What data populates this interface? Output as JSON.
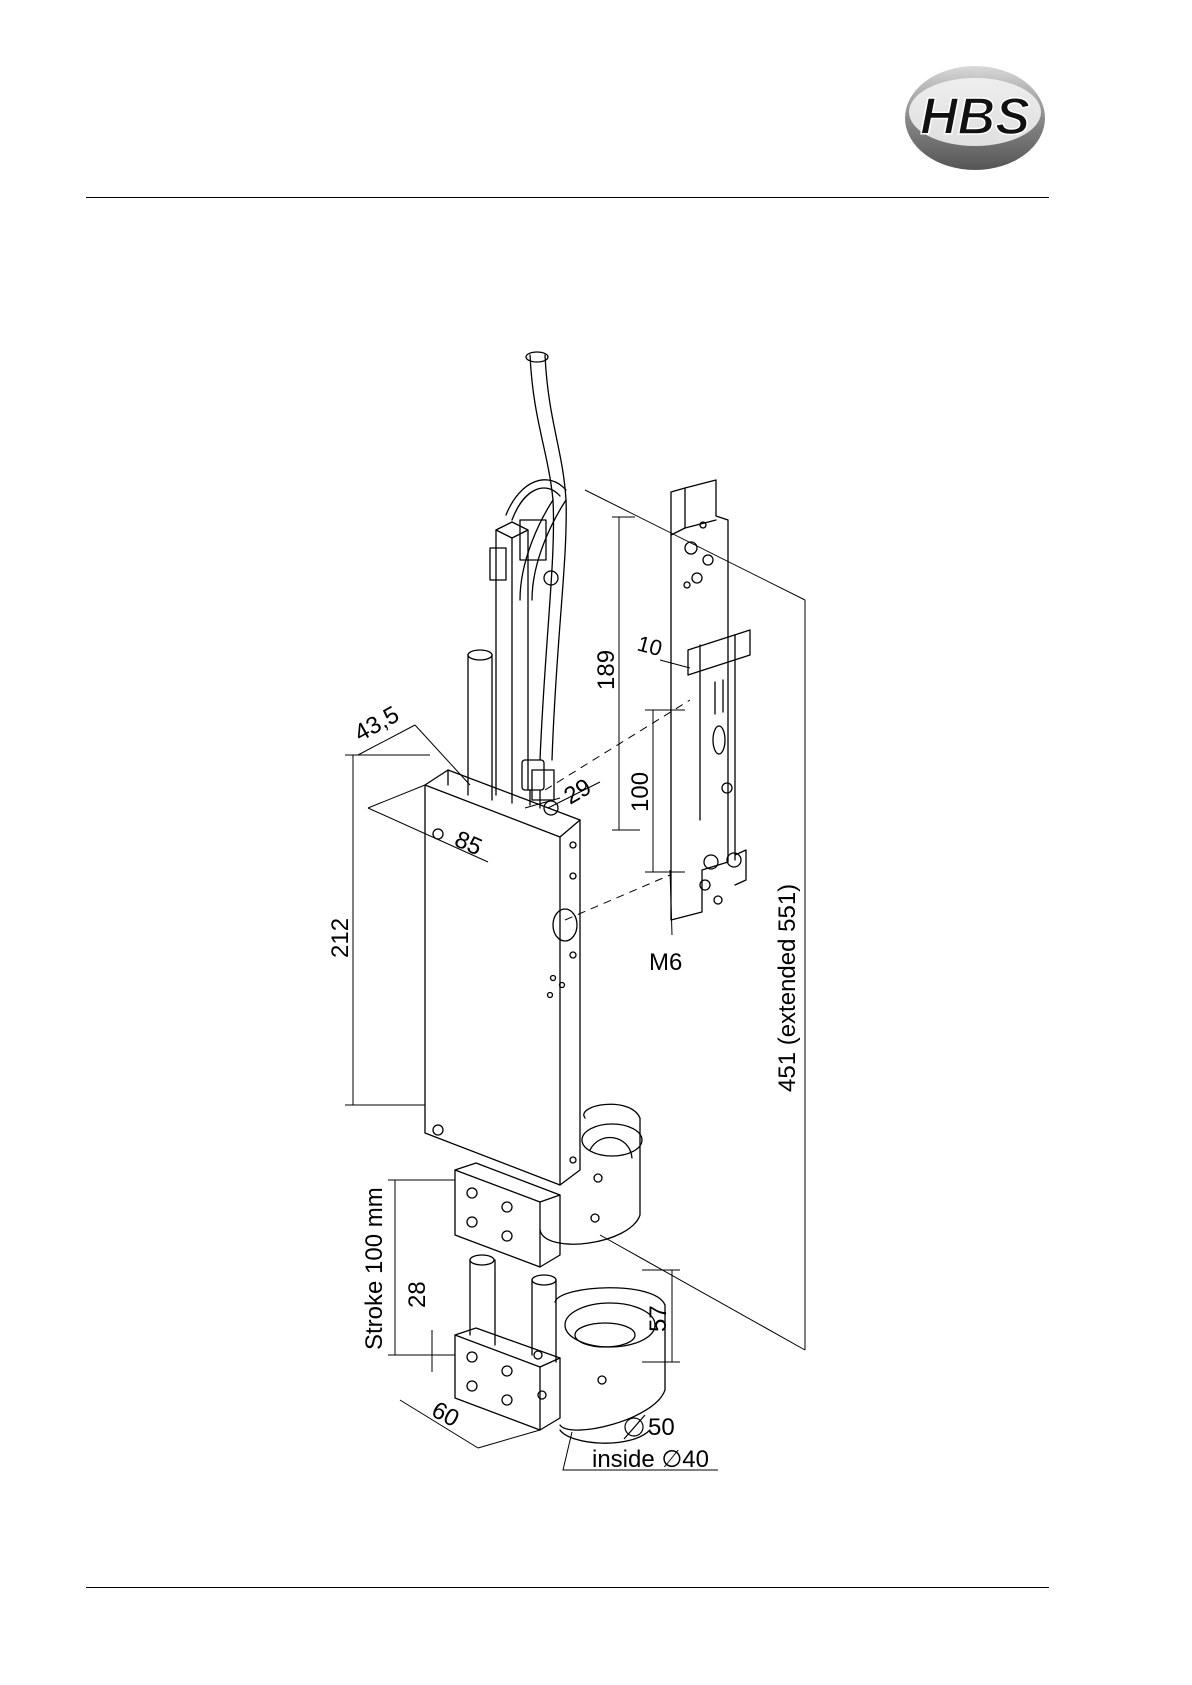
{
  "header": {
    "logo_text": "HBS"
  },
  "drawing": {
    "dimensions": {
      "d_43_5": "43,5",
      "d_85": "85",
      "d_29": "29",
      "d_212": "212",
      "d_189": "189",
      "d_10": "10",
      "d_100": "100",
      "thread": "M6",
      "total_length": "451 (extended 551)",
      "stroke": "Stroke 100 mm",
      "d_28": "28",
      "d_57": "57",
      "d_60": "60",
      "outer_diameter": "50",
      "inside_diameter": "inside ∅40"
    }
  }
}
